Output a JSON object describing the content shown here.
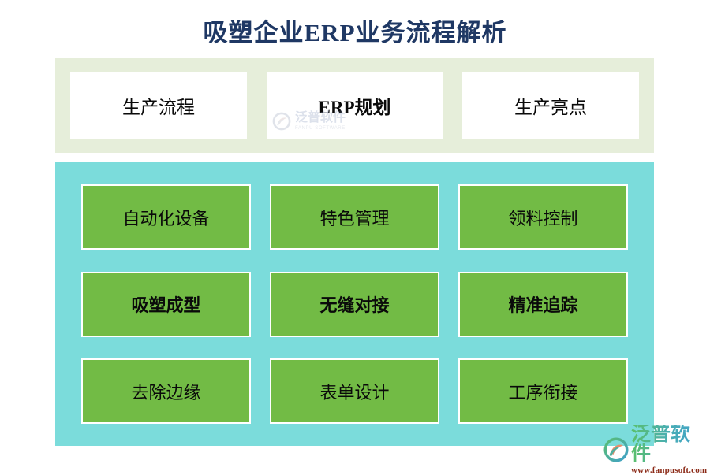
{
  "title": "吸塑企业ERP业务流程解析",
  "colors": {
    "title_text": "#1f3864",
    "top_band_bg": "#e6eeda",
    "top_card_bg": "#ffffff",
    "teal_panel_bg": "#7bdcdb",
    "cell_bg": "#72bb45",
    "cell_border": "#ffffff",
    "page_bg": "#ffffff",
    "brand_url_text": "#8c2b18"
  },
  "top_section": {
    "cards": [
      {
        "label": "生产流程",
        "bold": false
      },
      {
        "label": "ERP规划",
        "bold": true
      },
      {
        "label": "生产亮点",
        "bold": false
      }
    ]
  },
  "watermark": {
    "icon": "fanpu-logo-icon",
    "cn": "泛普软件",
    "en": "FANPU SOFTWARE"
  },
  "grid_section": {
    "rows": [
      {
        "cells": [
          {
            "label": "自动化设备",
            "bold": false
          },
          {
            "label": "特色管理",
            "bold": false
          },
          {
            "label": "领料控制",
            "bold": false
          }
        ]
      },
      {
        "cells": [
          {
            "label": "吸塑成型",
            "bold": true
          },
          {
            "label": "无缝对接",
            "bold": true
          },
          {
            "label": "精准追踪",
            "bold": true
          }
        ]
      },
      {
        "cells": [
          {
            "label": "去除边缘",
            "bold": false
          },
          {
            "label": "表单设计",
            "bold": false
          },
          {
            "label": "工序衔接",
            "bold": false
          }
        ]
      }
    ]
  },
  "brand_logo": {
    "icon": "fanpu-logo-icon",
    "cn": "泛普软件",
    "url": "www.fanpusoft.com"
  }
}
